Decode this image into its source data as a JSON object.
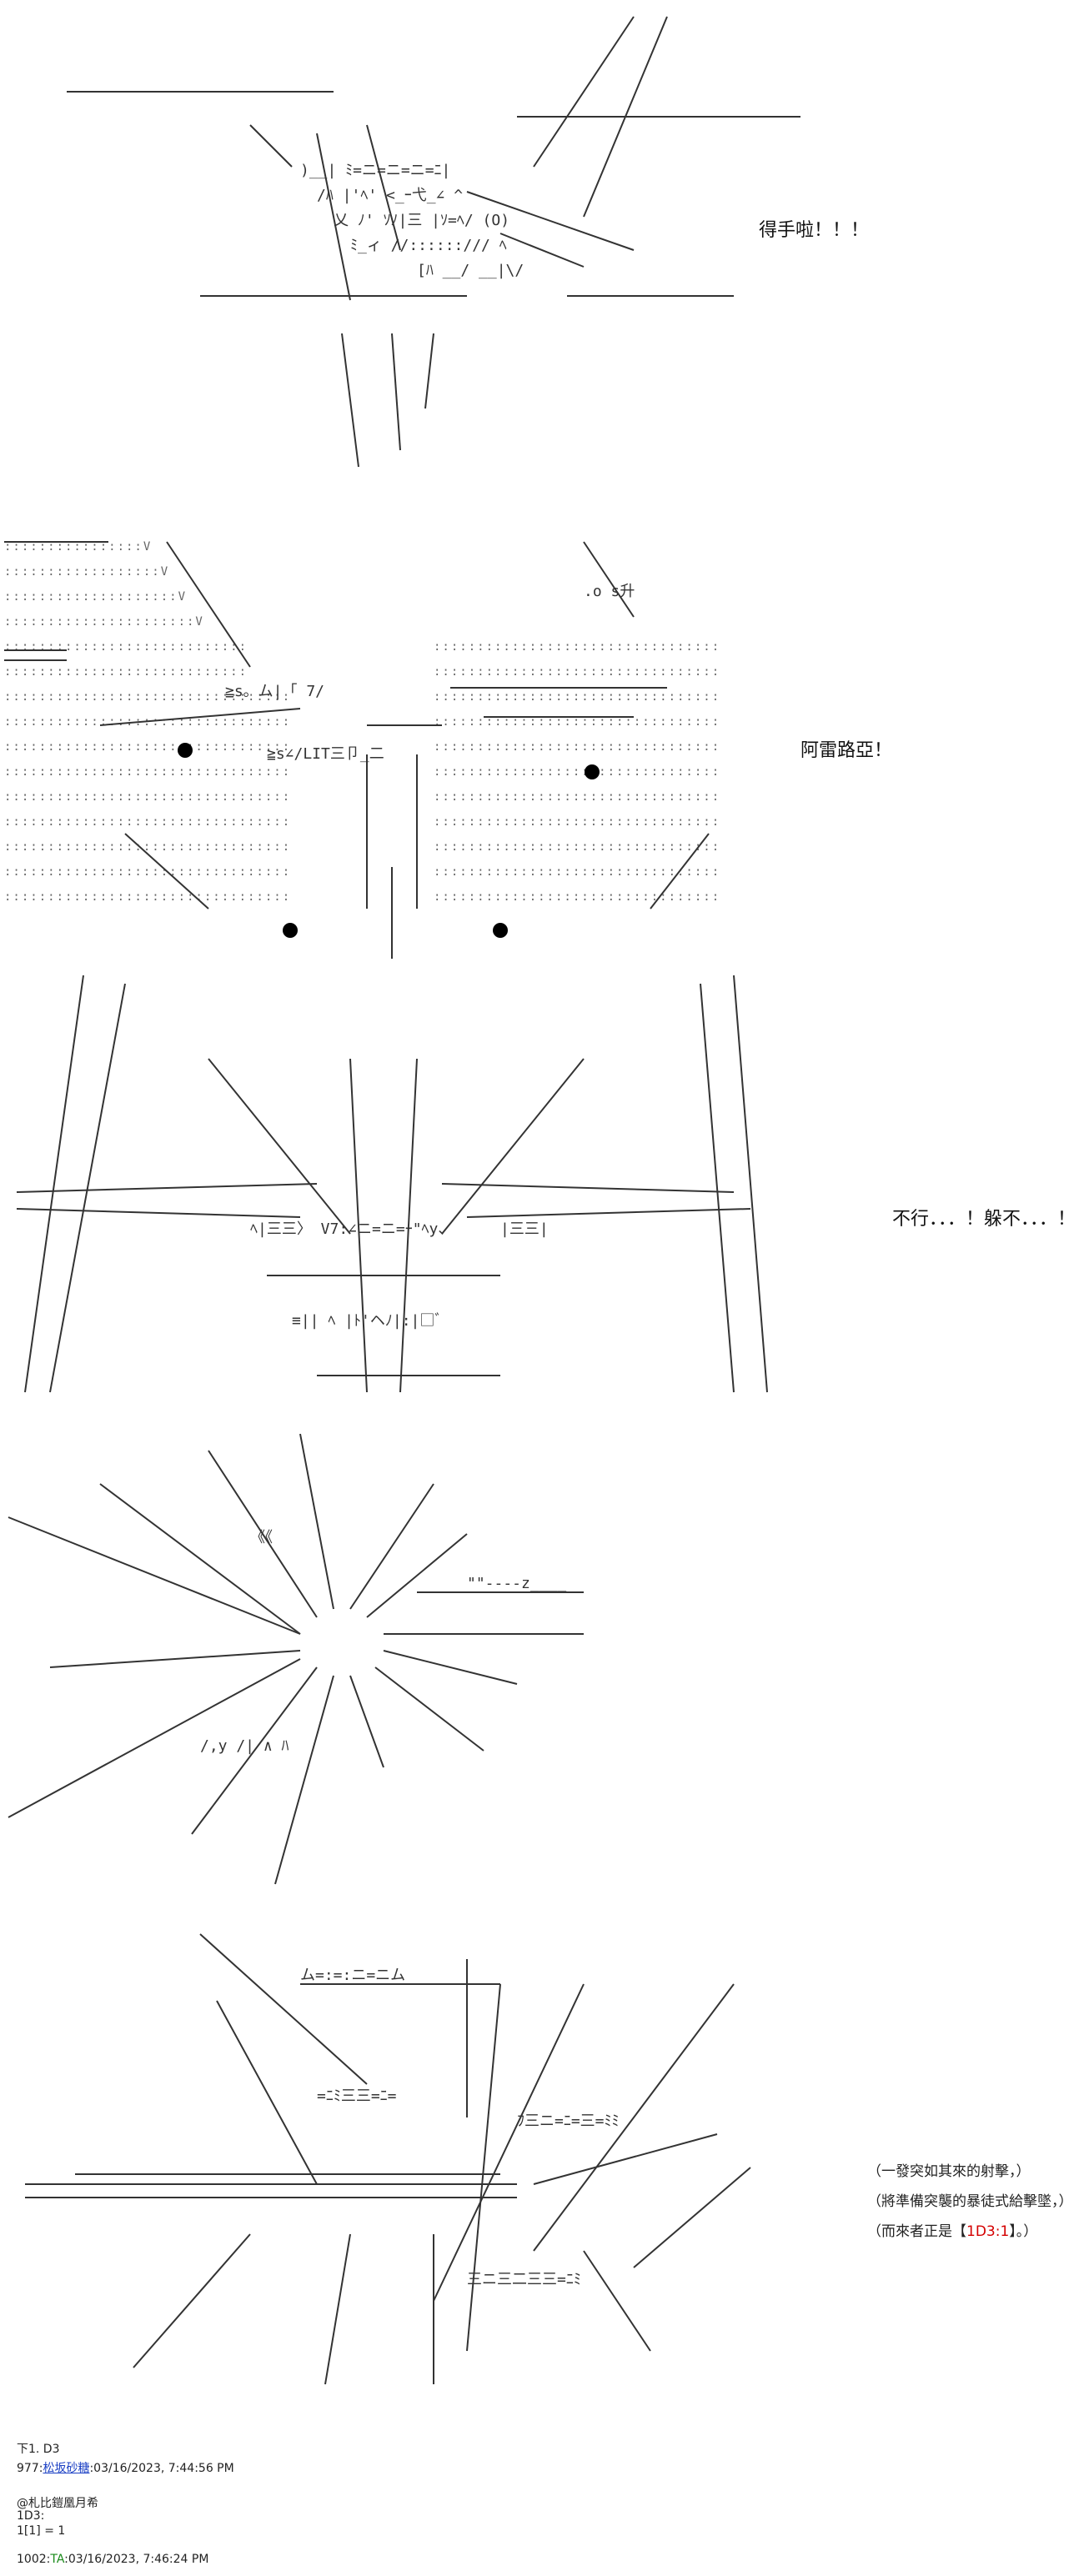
{
  "panels": [
    {
      "caption": "得手啦！！！"
    },
    {
      "caption": "阿雷路亞！"
    },
    {
      "caption": "不行．．．！躲不．．．！"
    },
    {
      "caption": ""
    },
    {
      "notes": [
        "（一發突如其來的射擊，）",
        "（將準備突襲的暴徒式給擊墜，）",
        "（而來者正是【1D3:1】。）"
      ]
    }
  ],
  "roll_note": {
    "prefix": "（而來者正是【",
    "dice": "1D3:1",
    "suffix": "】。）"
  },
  "footer": {
    "line1": "下1. D3",
    "post1_number": "977:",
    "post1_name": "松坂砂糖",
    "post1_date": ":03/16/2023, 7:44:56 PM",
    "mention": "@札比鎧凰月希",
    "dice_expr": "1D3:",
    "dice_result": "1[1] = 1",
    "post2_number": "1002:",
    "post2_name": "TA",
    "post2_date": ":03/16/2023, 7:46:24 PM"
  }
}
